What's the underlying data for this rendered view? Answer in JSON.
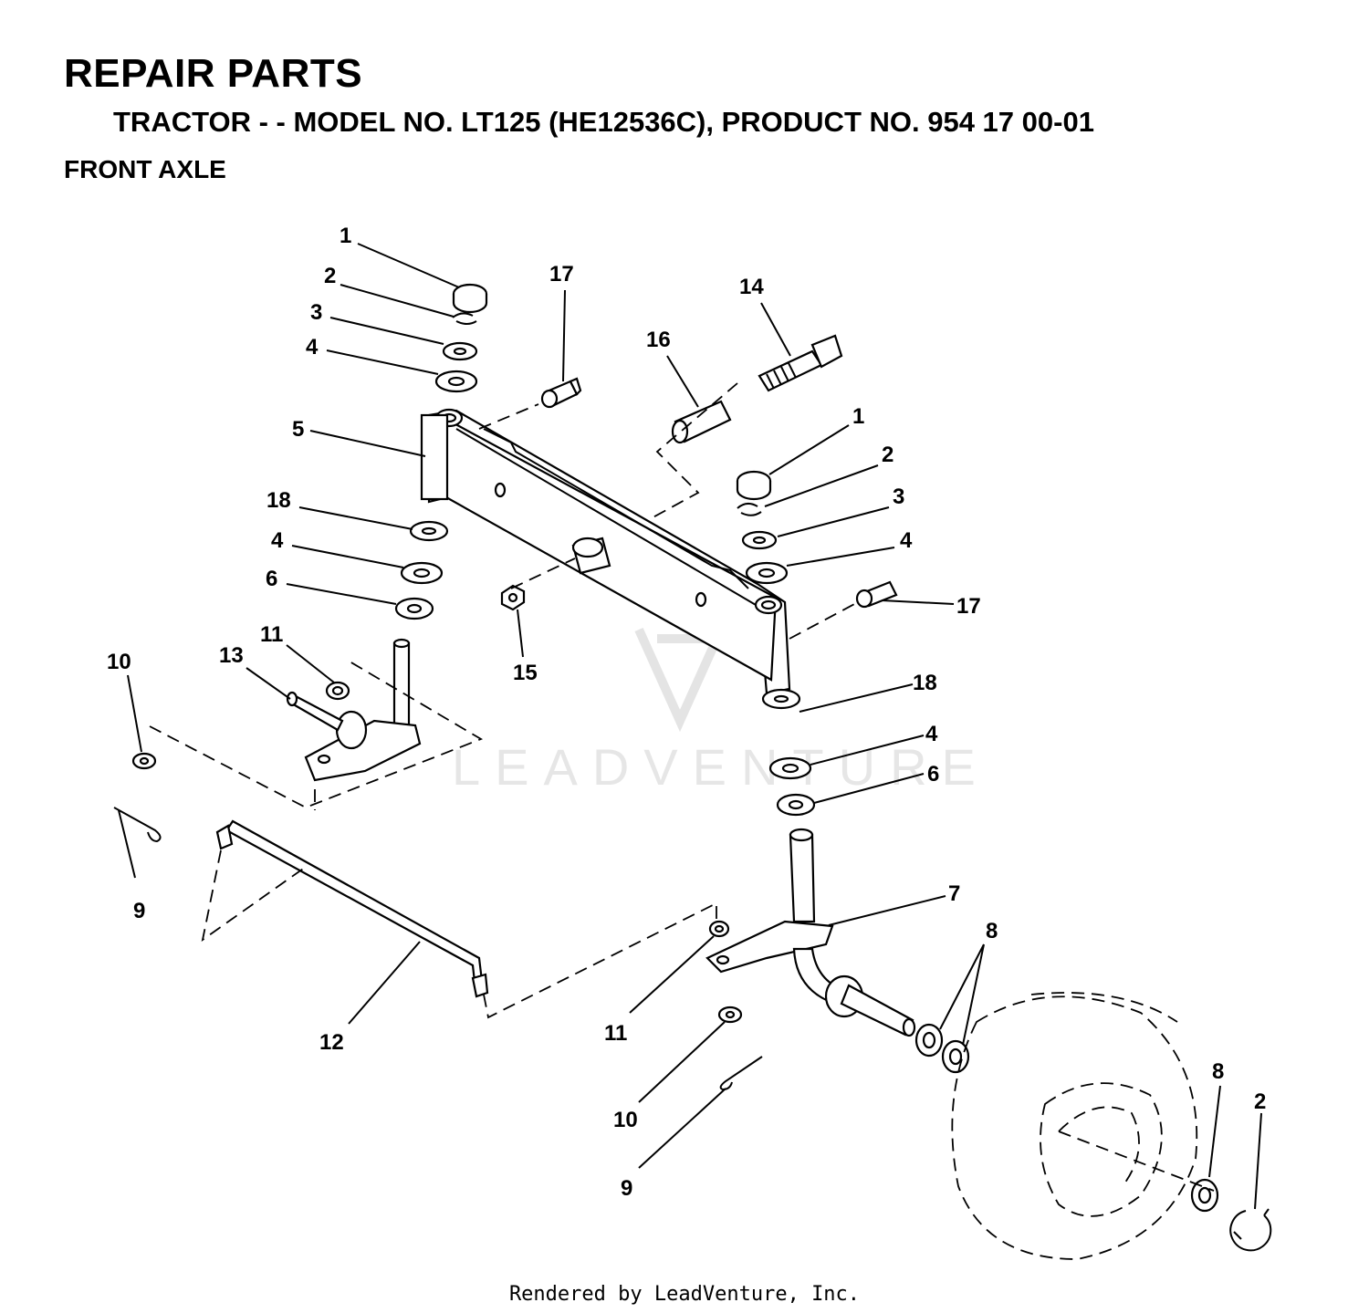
{
  "header": {
    "title": "REPAIR PARTS",
    "subtitle": "TRACTOR - - MODEL NO. LT125 (HE12536C),  PRODUCT NO. 954 17 00-01",
    "section": "FRONT AXLE"
  },
  "watermark": "LEADVENTURE",
  "footer": "Rendered by LeadVenture, Inc.",
  "callouts": [
    "1",
    "2",
    "3",
    "4",
    "5",
    "18",
    "4",
    "6",
    "17",
    "16",
    "14",
    "15",
    "1",
    "2",
    "3",
    "4",
    "17",
    "18",
    "4",
    "6",
    "7",
    "8",
    "8",
    "2",
    "10",
    "13",
    "11",
    "9",
    "12",
    "11",
    "10",
    "9"
  ]
}
